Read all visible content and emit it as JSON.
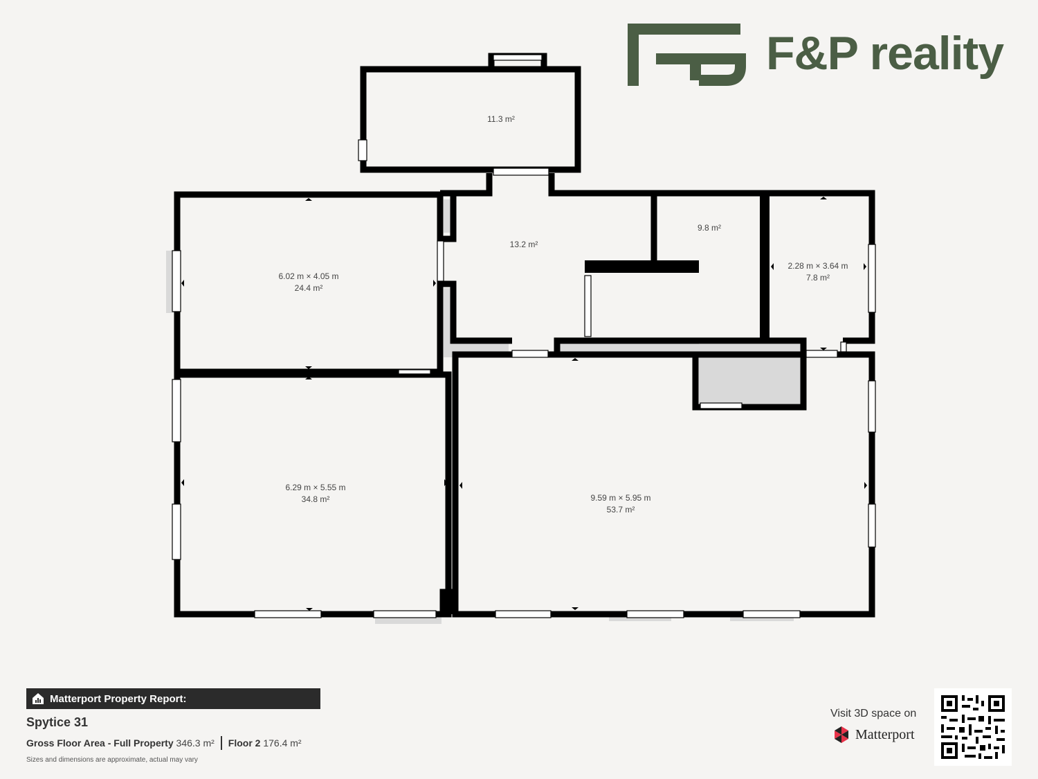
{
  "brand": {
    "name": "F&P reality",
    "color": "#4b5e45",
    "logo_icon": "fp-monogram-icon"
  },
  "rooms": [
    {
      "id": "north-room",
      "dimensions": "",
      "area": "11.3 m²"
    },
    {
      "id": "hall",
      "dimensions": "",
      "area": "13.2 m²"
    },
    {
      "id": "small-room",
      "dimensions": "",
      "area": "9.8 m²"
    },
    {
      "id": "east-room",
      "dimensions": "2.28 m × 3.64 m",
      "area": "7.8 m²"
    },
    {
      "id": "west-room-upper",
      "dimensions": "6.02 m × 4.05 m",
      "area": "24.4 m²"
    },
    {
      "id": "west-room-lower",
      "dimensions": "6.29 m × 5.55 m",
      "area": "34.8 m²"
    },
    {
      "id": "main-room",
      "dimensions": "9.59 m × 5.95 m",
      "area": "53.7 m²"
    }
  ],
  "report": {
    "header": "Matterport Property Report:",
    "header_icon": "building-chart-icon",
    "property_name": "Spytice 31",
    "gross_label": "Gross Floor Area - Full Property",
    "gross_value": "346.3 m²",
    "floor_label": "Floor 2",
    "floor_value": "176.4 m²",
    "disclaimer": "Sizes and dimensions are approximate, actual may vary"
  },
  "matterport": {
    "visit_text": "Visit 3D space on",
    "name": "Matterport",
    "logo_icon": "matterport-logo-icon",
    "qr_icon": "qr-code-icon"
  }
}
